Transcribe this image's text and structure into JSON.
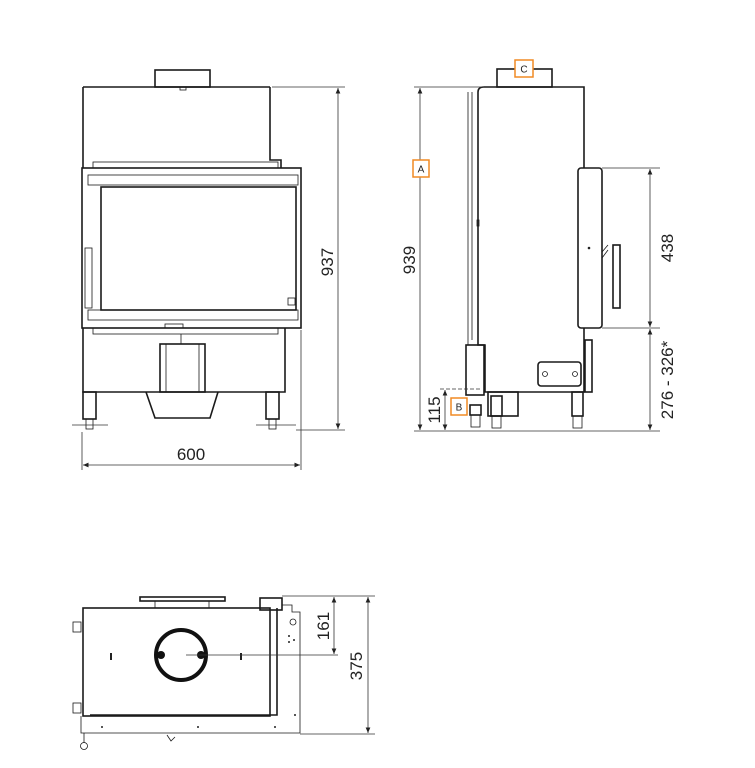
{
  "colors": {
    "marker_border": "#f08a24",
    "line": "#1a1a1a"
  },
  "front_view": {
    "width_dim": "600",
    "height_dim": "937"
  },
  "side_view": {
    "height_dim": "939",
    "door_dim": "438",
    "base_dim": "276 - 326*",
    "inlet_dim": "115",
    "markers": {
      "a": "A",
      "b": "B",
      "c": "C"
    }
  },
  "top_view": {
    "offset_dim": "161",
    "depth_dim": "375"
  }
}
